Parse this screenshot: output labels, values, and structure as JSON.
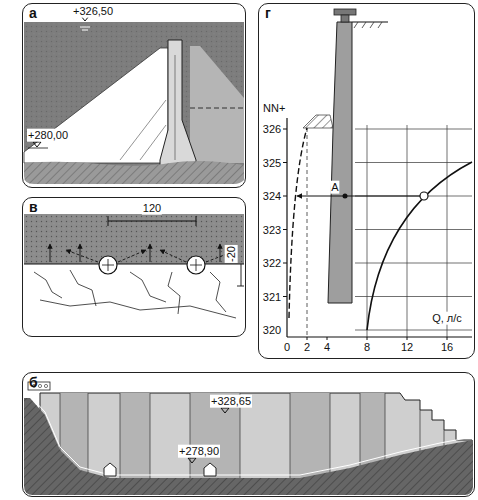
{
  "diagram": {
    "nodes": [
      {
        "text": [
          "а"
        ]
      },
      {
        "text": [
          "г"
        ]
      },
      {
        "text": [
          "в"
        ]
      },
      {
        "text": [
          "б"
        ]
      }
    ],
    "labels": [
      "+326,50",
      "+280,00",
      "+328,65",
      "+278,90",
      "120",
      "-20",
      "NN+",
      "326",
      "325",
      "324",
      "323",
      "322",
      "321",
      "320",
      "A",
      "Q, л/с",
      "0",
      "2",
      "4",
      "8",
      "12",
      "16"
    ]
  }
}
